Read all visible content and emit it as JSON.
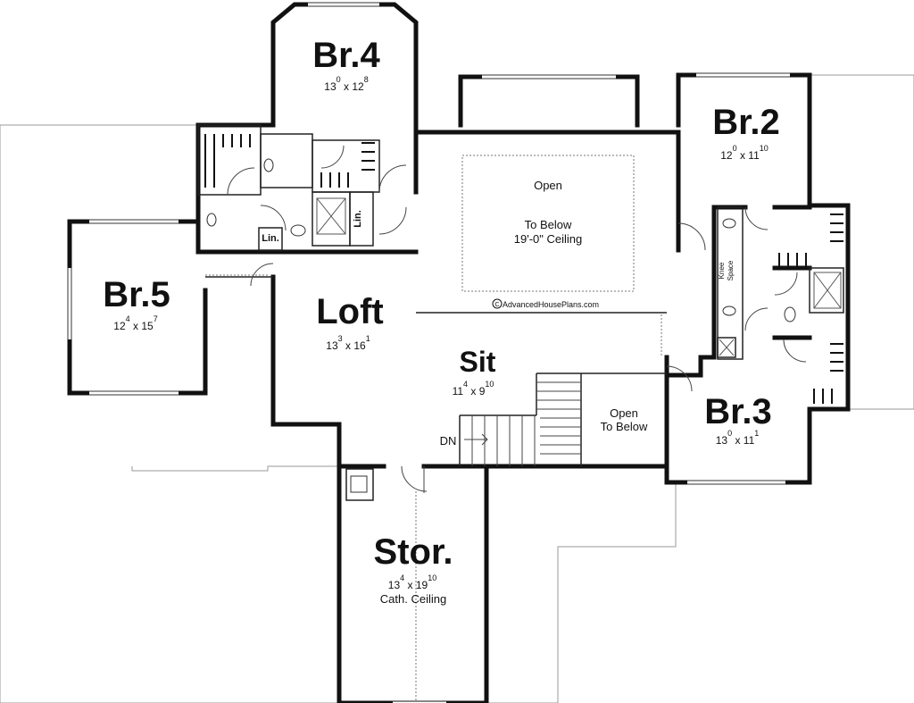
{
  "rooms": {
    "br4": {
      "name": "Br.4",
      "w": "13",
      "w_sup": "0",
      "h": "12",
      "h_sup": "8"
    },
    "br2": {
      "name": "Br.2",
      "w": "12",
      "w_sup": "0",
      "h": "11",
      "h_sup": "10"
    },
    "br5": {
      "name": "Br.5",
      "w": "12",
      "w_sup": "4",
      "h": "15",
      "h_sup": "7"
    },
    "loft": {
      "name": "Loft",
      "w": "13",
      "w_sup": "3",
      "h": "16",
      "h_sup": "1"
    },
    "sit": {
      "name": "Sit",
      "w": "11",
      "w_sup": "4",
      "h": "9",
      "h_sup": "10"
    },
    "br3": {
      "name": "Br.3",
      "w": "13",
      "w_sup": "0",
      "h": "11",
      "h_sup": "1"
    },
    "stor": {
      "name": "Stor.",
      "w": "13",
      "w_sup": "4",
      "h": "19",
      "h_sup": "10",
      "note": "Cath. Ceiling"
    }
  },
  "dim_sep": "x",
  "open_main": {
    "line1": "Open",
    "line2": "To Below",
    "line3": "19'-0\" Ceiling"
  },
  "open_stair": {
    "line1": "Open",
    "line2": "To Below"
  },
  "watermark": "AdvancedHousePlans.com",
  "copyright_symbol": "C",
  "stair_label": "DN",
  "linen_1": "Lin.",
  "linen_2": "Lin.",
  "knee_1": "Knee",
  "knee_2": "Space"
}
